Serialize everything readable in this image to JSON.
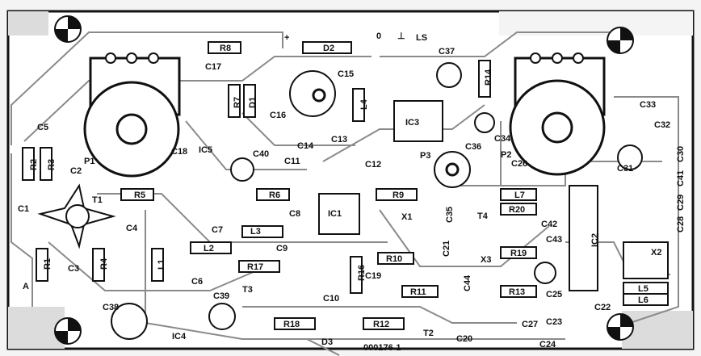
{
  "board": {
    "code": "000176-1",
    "background": "#ffffff",
    "copper": "#8a8a8a",
    "ink": "#111111"
  },
  "labels": {
    "R8": "R8",
    "D2": "D2",
    "plus": "+",
    "zero": "0",
    "perp": "⊥",
    "LS": "LS",
    "C37": "C37",
    "R14": "R14",
    "C17": "C17",
    "R7": "R7",
    "D1": "D1",
    "C15": "C15",
    "L4": "L4",
    "C16": "C16",
    "IC3": "IC3",
    "C34": "C34",
    "C33": "C33",
    "C32": "C32",
    "C30": "C30",
    "C5": "C5",
    "R2": "R2",
    "R3": "R3",
    "P1": "P1",
    "C2": "C2",
    "C18": "C18",
    "IC5": "IC5",
    "C40": "C40",
    "C14": "C14",
    "C13": "C13",
    "C12": "C12",
    "C11": "C11",
    "P3": "P3",
    "C36": "C36",
    "P2": "P2",
    "C26": "C26",
    "C31": "C31",
    "C41": "C41",
    "C29": "C29",
    "C28": "C28",
    "T1": "T1",
    "C1": "C1",
    "R5": "R5",
    "R6": "R6",
    "C7": "C7",
    "C8": "C8",
    "IC1": "IC1",
    "R9": "R9",
    "C4": "C4",
    "L7": "L7",
    "R20": "R20",
    "T4": "T4",
    "C42": "C42",
    "C43": "C43",
    "X1": "X1",
    "C35": "C35",
    "L3": "L3",
    "L2": "L2",
    "C9": "C9",
    "R1": "R1",
    "C3": "C3",
    "R4": "R4",
    "L1": "L1",
    "C6": "C6",
    "R17": "R17",
    "R16": "R16",
    "R10": "R10",
    "C19": "C19",
    "C21": "C21",
    "X3": "X3",
    "R19": "R19",
    "IC2": "IC2",
    "X2": "X2",
    "C44": "C44",
    "R11": "R11",
    "R13": "R13",
    "C25": "C25",
    "T3": "T3",
    "C10": "C10",
    "L5": "L5",
    "L6": "L6",
    "A": "A",
    "C38": "C38",
    "C39": "C39",
    "IC4": "IC4",
    "R18": "R18",
    "D3": "D3",
    "R12": "R12",
    "T2": "T2",
    "C20": "C20",
    "C27": "C27",
    "C23": "C23",
    "C22": "C22",
    "C24": "C24"
  }
}
